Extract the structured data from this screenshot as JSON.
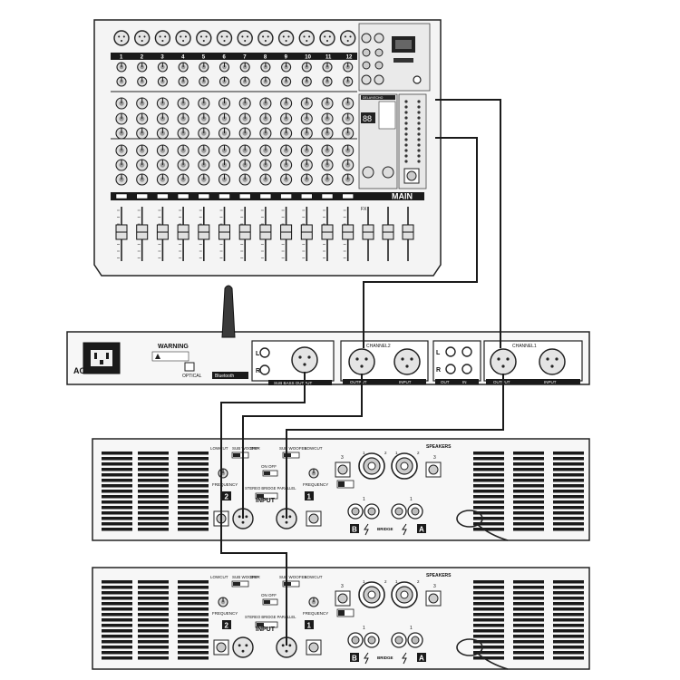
{
  "mixer": {
    "channel_numbers": [
      "1",
      "2",
      "3",
      "4",
      "5",
      "6",
      "7",
      "8",
      "9",
      "10",
      "11",
      "12"
    ],
    "fx_label": "FX",
    "main_label": "MAIN",
    "delay_label": "DELAY/ECHO",
    "display_value": "88"
  },
  "crossover": {
    "ac_label": "AC",
    "warning_label": "WARNING",
    "optical_label": "OPTICAL",
    "bluetooth_label": "Bluetooth",
    "sub_bass_output_label": "SUB BASS OUTPUT",
    "channel2_label": "CHANNEL2",
    "channel1_label": "CHANNEL1",
    "output_label": "OUTPUT",
    "input_label": "INPUT",
    "out_label": "OUT",
    "in_label": "IN",
    "left": "L",
    "right": "R"
  },
  "amplifiers": [
    {
      "speakers_label": "SPEAKERS",
      "input_label": "INPUT",
      "ch2": "2",
      "ch1": "1",
      "b": "B",
      "a": "A",
      "bridge_label": "BRIDGE",
      "lowcut_label": "LOWCUT",
      "sub_woofer_label": "SUB WOOFER",
      "off_label": "OFF",
      "frequency_label": "FREQUENCY",
      "on_off_label": "ON  OFF",
      "modes_label": "STEREO  BRIDGE  PARALLEL",
      "plus_label": "+",
      "minus_label": "-",
      "post_1": "1",
      "post_2": "2",
      "post_3": "3"
    },
    {
      "speakers_label": "SPEAKERS",
      "input_label": "INPUT",
      "ch2": "2",
      "ch1": "1",
      "b": "B",
      "a": "A",
      "bridge_label": "BRIDGE",
      "lowcut_label": "LOWCUT",
      "sub_woofer_label": "SUB WOOFER",
      "off_label": "OFF",
      "frequency_label": "FREQUENCY",
      "on_off_label": "ON  OFF",
      "modes_label": "STEREO  BRIDGE  PARALLEL",
      "plus_label": "+",
      "minus_label": "-",
      "post_1": "1",
      "post_2": "2",
      "post_3": "3"
    }
  ]
}
